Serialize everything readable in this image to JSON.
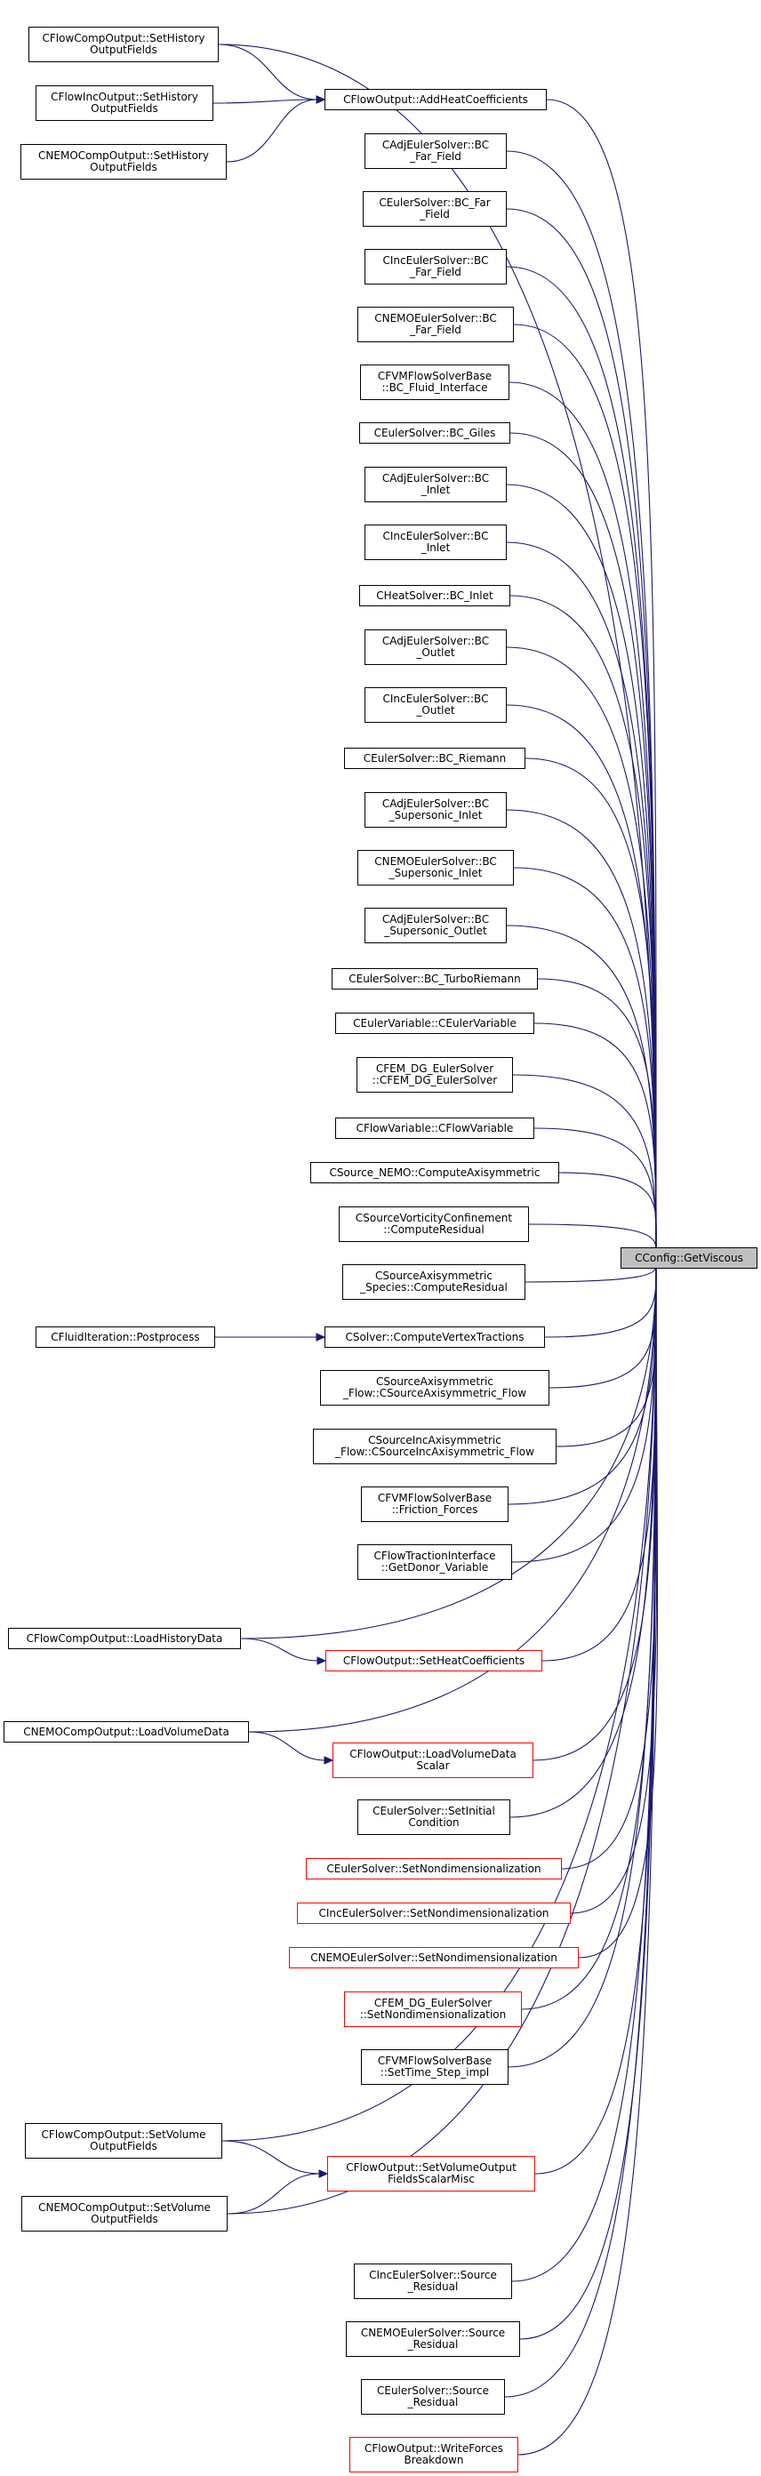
{
  "colors": {
    "edge": "#191970",
    "normal_border": "#000000",
    "highlight_border": "#ff0000",
    "target_fill": "#bfbfbf"
  },
  "nodes": [
    {
      "id": "n_target",
      "label": "CConfig::GetViscous",
      "kind": "target"
    },
    {
      "id": "n1",
      "label": "CFlowCompOutput::SetHistory\nOutputFields",
      "kind": "normal"
    },
    {
      "id": "n2",
      "label": "CFlowIncOutput::SetHistory\nOutputFields",
      "kind": "normal"
    },
    {
      "id": "n3",
      "label": "CNEMOCompOutput::SetHistory\nOutputFields",
      "kind": "normal"
    },
    {
      "id": "n4",
      "label": "CFlowOutput::AddHeatCoefficients",
      "kind": "normal"
    },
    {
      "id": "n5",
      "label": "CAdjEulerSolver::BC\n_Far_Field",
      "kind": "normal"
    },
    {
      "id": "n6",
      "label": "CEulerSolver::BC_Far\n_Field",
      "kind": "normal"
    },
    {
      "id": "n7",
      "label": "CIncEulerSolver::BC\n_Far_Field",
      "kind": "normal"
    },
    {
      "id": "n8",
      "label": "CNEMOEulerSolver::BC\n_Far_Field",
      "kind": "normal"
    },
    {
      "id": "n9",
      "label": "CFVMFlowSolverBase\n::BC_Fluid_Interface",
      "kind": "normal"
    },
    {
      "id": "n10",
      "label": "CEulerSolver::BC_Giles",
      "kind": "normal"
    },
    {
      "id": "n11",
      "label": "CAdjEulerSolver::BC\n_Inlet",
      "kind": "normal"
    },
    {
      "id": "n12",
      "label": "CIncEulerSolver::BC\n_Inlet",
      "kind": "normal"
    },
    {
      "id": "n13",
      "label": "CHeatSolver::BC_Inlet",
      "kind": "normal"
    },
    {
      "id": "n14",
      "label": "CAdjEulerSolver::BC\n_Outlet",
      "kind": "normal"
    },
    {
      "id": "n15",
      "label": "CIncEulerSolver::BC\n_Outlet",
      "kind": "normal"
    },
    {
      "id": "n16",
      "label": "CEulerSolver::BC_Riemann",
      "kind": "normal"
    },
    {
      "id": "n17",
      "label": "CAdjEulerSolver::BC\n_Supersonic_Inlet",
      "kind": "normal"
    },
    {
      "id": "n18",
      "label": "CNEMOEulerSolver::BC\n_Supersonic_Inlet",
      "kind": "normal"
    },
    {
      "id": "n19",
      "label": "CAdjEulerSolver::BC\n_Supersonic_Outlet",
      "kind": "normal"
    },
    {
      "id": "n20",
      "label": "CEulerSolver::BC_TurboRiemann",
      "kind": "normal"
    },
    {
      "id": "n21",
      "label": "CEulerVariable::CEulerVariable",
      "kind": "normal"
    },
    {
      "id": "n22",
      "label": "CFEM_DG_EulerSolver\n::CFEM_DG_EulerSolver",
      "kind": "normal"
    },
    {
      "id": "n23",
      "label": "CFlowVariable::CFlowVariable",
      "kind": "normal"
    },
    {
      "id": "n24",
      "label": "CSource_NEMO::ComputeAxisymmetric",
      "kind": "normal"
    },
    {
      "id": "n25",
      "label": "CSourceVorticityConfinement\n::ComputeResidual",
      "kind": "normal"
    },
    {
      "id": "n26",
      "label": "CSourceAxisymmetric\n_Species::ComputeResidual",
      "kind": "normal"
    },
    {
      "id": "n27",
      "label": "CFluidIteration::Postprocess",
      "kind": "normal"
    },
    {
      "id": "n28",
      "label": "CSolver::ComputeVertexTractions",
      "kind": "normal"
    },
    {
      "id": "n29",
      "label": "CSourceAxisymmetric\n_Flow::CSourceAxisymmetric_Flow",
      "kind": "normal"
    },
    {
      "id": "n30",
      "label": "CSourceIncAxisymmetric\n_Flow::CSourceIncAxisymmetric_Flow",
      "kind": "normal"
    },
    {
      "id": "n31",
      "label": "CFVMFlowSolverBase\n::Friction_Forces",
      "kind": "normal"
    },
    {
      "id": "n32",
      "label": "CFlowTractionInterface\n::GetDonor_Variable",
      "kind": "normal"
    },
    {
      "id": "n33",
      "label": "CFlowCompOutput::LoadHistoryData",
      "kind": "normal"
    },
    {
      "id": "n34",
      "label": "CFlowOutput::SetHeatCoefficients",
      "kind": "red"
    },
    {
      "id": "n35",
      "label": "CNEMOCompOutput::LoadVolumeData",
      "kind": "normal"
    },
    {
      "id": "n36",
      "label": "CFlowOutput::LoadVolumeData\nScalar",
      "kind": "red"
    },
    {
      "id": "n37",
      "label": "CEulerSolver::SetInitial\nCondition",
      "kind": "normal"
    },
    {
      "id": "n38",
      "label": "CEulerSolver::SetNondimensionalization",
      "kind": "red"
    },
    {
      "id": "n39",
      "label": "CIncEulerSolver::SetNondimensionalization",
      "kind": "red"
    },
    {
      "id": "n40",
      "label": "CNEMOEulerSolver::SetNondimensionalization",
      "kind": "red"
    },
    {
      "id": "n41",
      "label": "CFEM_DG_EulerSolver\n::SetNondimensionalization",
      "kind": "red"
    },
    {
      "id": "n42",
      "label": "CFVMFlowSolverBase\n::SetTime_Step_impl",
      "kind": "normal"
    },
    {
      "id": "n43",
      "label": "CFlowCompOutput::SetVolume\nOutputFields",
      "kind": "normal"
    },
    {
      "id": "n44",
      "label": "CFlowOutput::SetVolumeOutput\nFieldsScalarMisc",
      "kind": "red"
    },
    {
      "id": "n45",
      "label": "CNEMOCompOutput::SetVolume\nOutputFields",
      "kind": "normal"
    },
    {
      "id": "n46",
      "label": "CIncEulerSolver::Source\n_Residual",
      "kind": "normal"
    },
    {
      "id": "n47",
      "label": "CNEMOEulerSolver::Source\n_Residual",
      "kind": "normal"
    },
    {
      "id": "n48",
      "label": "CEulerSolver::Source\n_Residual",
      "kind": "normal"
    },
    {
      "id": "n49",
      "label": "CFlowOutput::WriteForces\nBreakdown",
      "kind": "red"
    }
  ],
  "edges": [
    [
      "n1",
      "n_target"
    ],
    [
      "n1",
      "n4"
    ],
    [
      "n2",
      "n4"
    ],
    [
      "n3",
      "n4"
    ],
    [
      "n4",
      "n_target"
    ],
    [
      "n5",
      "n_target"
    ],
    [
      "n6",
      "n_target"
    ],
    [
      "n7",
      "n_target"
    ],
    [
      "n8",
      "n_target"
    ],
    [
      "n9",
      "n_target"
    ],
    [
      "n10",
      "n_target"
    ],
    [
      "n11",
      "n_target"
    ],
    [
      "n12",
      "n_target"
    ],
    [
      "n13",
      "n_target"
    ],
    [
      "n14",
      "n_target"
    ],
    [
      "n15",
      "n_target"
    ],
    [
      "n16",
      "n_target"
    ],
    [
      "n17",
      "n_target"
    ],
    [
      "n18",
      "n_target"
    ],
    [
      "n19",
      "n_target"
    ],
    [
      "n20",
      "n_target"
    ],
    [
      "n21",
      "n_target"
    ],
    [
      "n22",
      "n_target"
    ],
    [
      "n23",
      "n_target"
    ],
    [
      "n24",
      "n_target"
    ],
    [
      "n25",
      "n_target"
    ],
    [
      "n26",
      "n_target"
    ],
    [
      "n27",
      "n28"
    ],
    [
      "n28",
      "n_target"
    ],
    [
      "n29",
      "n_target"
    ],
    [
      "n30",
      "n_target"
    ],
    [
      "n31",
      "n_target"
    ],
    [
      "n32",
      "n_target"
    ],
    [
      "n33",
      "n_target"
    ],
    [
      "n33",
      "n34"
    ],
    [
      "n34",
      "n_target"
    ],
    [
      "n35",
      "n_target"
    ],
    [
      "n35",
      "n36"
    ],
    [
      "n36",
      "n_target"
    ],
    [
      "n37",
      "n_target"
    ],
    [
      "n38",
      "n_target"
    ],
    [
      "n39",
      "n_target"
    ],
    [
      "n40",
      "n_target"
    ],
    [
      "n41",
      "n_target"
    ],
    [
      "n42",
      "n_target"
    ],
    [
      "n43",
      "n_target"
    ],
    [
      "n43",
      "n44"
    ],
    [
      "n44",
      "n_target"
    ],
    [
      "n45",
      "n_target"
    ],
    [
      "n45",
      "n44"
    ],
    [
      "n46",
      "n_target"
    ],
    [
      "n47",
      "n_target"
    ],
    [
      "n48",
      "n_target"
    ],
    [
      "n49",
      "n_target"
    ]
  ]
}
